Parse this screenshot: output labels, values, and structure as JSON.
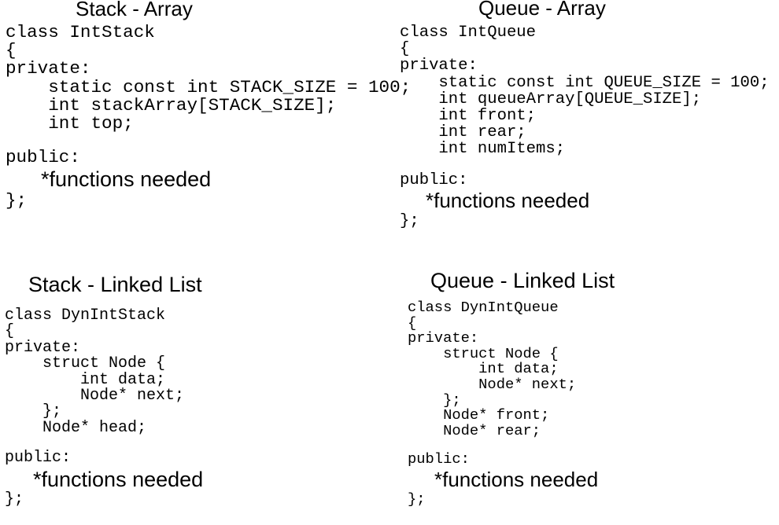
{
  "slide": {
    "background_color": "#ffffff",
    "text_color": "#000000"
  },
  "panels": {
    "stack_array": {
      "title": "Stack - Array",
      "lines": [
        "class IntStack",
        "{",
        "private:",
        "    static const int STACK_SIZE = 100;",
        "    int stackArray[STACK_SIZE];",
        "    int top;",
        "",
        "public:"
      ],
      "functions_note": "*functions needed",
      "closing": "};"
    },
    "queue_array": {
      "title": "Queue - Array",
      "lines": [
        "class IntQueue",
        "{",
        "private:",
        "    static const int QUEUE_SIZE = 100;",
        "    int queueArray[QUEUE_SIZE];",
        "    int front;",
        "    int rear;",
        "    int numItems;",
        "",
        "public:"
      ],
      "functions_note": "*functions needed",
      "closing": "};"
    },
    "stack_linked_list": {
      "title": "Stack - Linked List",
      "lines": [
        "class DynIntStack",
        "{",
        "private:",
        "    struct Node {",
        "        int data;",
        "        Node* next;",
        "    };",
        "    Node* head;",
        "",
        "public:"
      ],
      "functions_note": "*functions needed",
      "closing": "};"
    },
    "queue_linked_list": {
      "title": "Queue - Linked List",
      "lines": [
        "class DynIntQueue",
        "{",
        "private:",
        "    struct Node {",
        "        int data;",
        "        Node* next;",
        "    };",
        "    Node* front;",
        "    Node* rear;",
        "",
        "public:"
      ],
      "functions_note": "*functions needed",
      "closing": "};"
    }
  }
}
